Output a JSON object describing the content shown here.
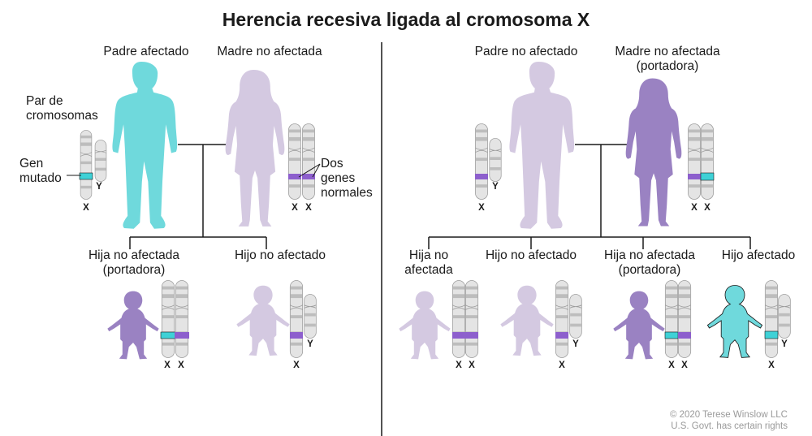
{
  "title": "Herencia recesiva ligada al cromosoma X",
  "colors": {
    "affected_male": "#6fd9dc",
    "unaffected": "#d4c9e1",
    "carrier_female": "#9a82c2",
    "mutated_gene": "#3ed1d6",
    "normal_gene": "#8d5fcd",
    "chromosome": "#e4e4e4",
    "chromosome_band": "#bdbdbd"
  },
  "left_panel": {
    "father_label": "Padre afectado",
    "mother_label": "Madre no afectada",
    "pair_label_1": "Par de",
    "pair_label_2": "cromosomas",
    "mutated_label_1": "Gen",
    "mutated_label_2": "mutado",
    "normal_label_1": "Dos",
    "normal_label_2": "genes",
    "normal_label_3": "normales",
    "daughter_label_1": "Hija no afectada",
    "daughter_label_2": "(portadora)",
    "son_label": "Hijo no afectado"
  },
  "right_panel": {
    "father_label": "Padre no afectado",
    "mother_label_1": "Madre no afectada",
    "mother_label_2": "(portadora)",
    "child1_label_1": "Hija no",
    "child1_label_2": "afectada",
    "child2_label": "Hijo no afectado",
    "child3_label_1": "Hija no afectada",
    "child3_label_2": "(portadora)",
    "child4_label": "Hijo afectado"
  },
  "chromosome_letters": {
    "x": "X",
    "y": "Y"
  },
  "credit": {
    "line1": "© 2020 Terese Winslow LLC",
    "line2": "U.S. Govt. has certain rights"
  }
}
